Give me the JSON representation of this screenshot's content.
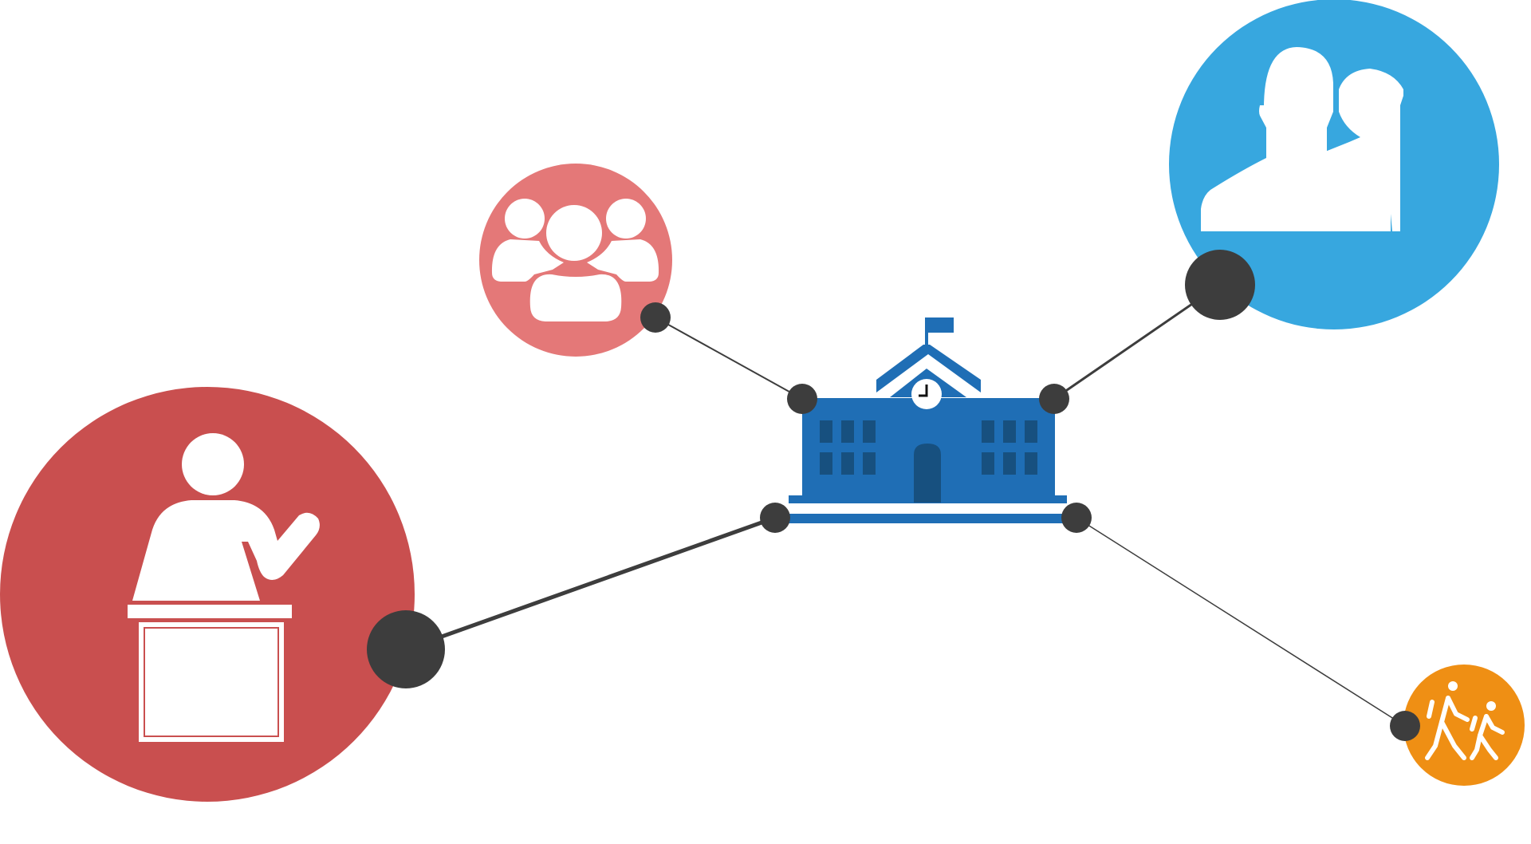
{
  "diagram": {
    "center": {
      "icon": "school-building-icon",
      "color": "#1f6eb5",
      "window_color": "#17507f"
    },
    "connector_color": "#3d3d3d",
    "nodes": [
      {
        "id": "teacher",
        "icon": "teacher-at-podium-icon",
        "color": "#c94f4f"
      },
      {
        "id": "group",
        "icon": "group-of-people-icon",
        "color": "#e47878"
      },
      {
        "id": "users",
        "icon": "two-users-icon",
        "color": "#37a7df"
      },
      {
        "id": "students",
        "icon": "walking-students-icon",
        "color": "#ef8f14"
      }
    ]
  }
}
